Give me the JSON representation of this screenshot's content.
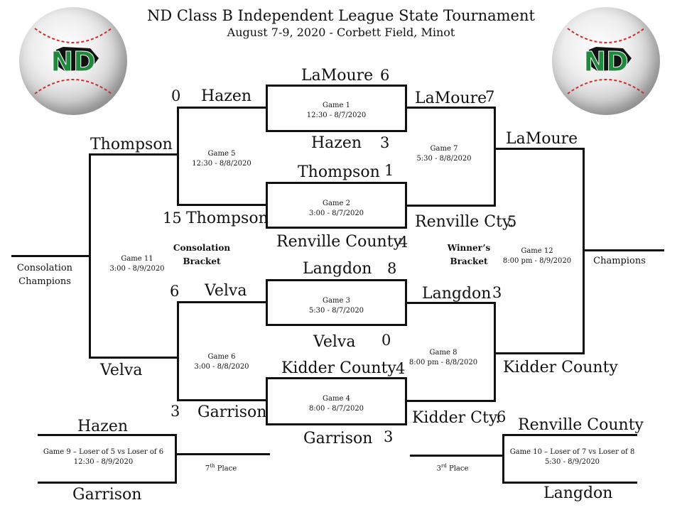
{
  "header": {
    "title": "ND Class B Independent League State Tournament",
    "subtitle": "August 7-9, 2020 - Corbett Field, Minot"
  },
  "logo": {
    "text": "ND",
    "color_green": "#1e8a3c",
    "color_black": "#111111"
  },
  "games": {
    "g1": {
      "name": "Game 1",
      "time": "12:30 - 8/7/2020",
      "top_team": "LaMoure",
      "top_score": "6",
      "bottom_team": "Hazen",
      "bottom_score": "3"
    },
    "g2": {
      "name": "Game 2",
      "time": "3:00 - 8/7/2020",
      "top_team": "Thompson",
      "top_score": "1",
      "bottom_team": "Renville County",
      "bottom_score": "4"
    },
    "g3": {
      "name": "Game 3",
      "time": "5:30 - 8/7/2020",
      "top_team": "Langdon",
      "top_score": "8",
      "bottom_team": "Velva",
      "bottom_score": "0"
    },
    "g4": {
      "name": "Game 4",
      "time": "8:00 - 8/7/2020",
      "top_team": "Kidder County",
      "top_score": "4",
      "bottom_team": "Garrison",
      "bottom_score": "3"
    },
    "g5": {
      "name": "Game 5",
      "time": "12:30 - 8/8/2020",
      "top_team": "Hazen",
      "top_score": "0",
      "bottom_team": "Thompson",
      "bottom_score": "15"
    },
    "g6": {
      "name": "Game 6",
      "time": "3:00 - 8/8/2020",
      "top_team": "Velva",
      "top_score": "6",
      "bottom_team": "Garrison",
      "bottom_score": "3"
    },
    "g7": {
      "name": "Game 7",
      "time": "5:30 - 8/8/2020",
      "top_team": "LaMoure",
      "top_score": "7",
      "bottom_team": "Renville Cty.",
      "bottom_score": "5"
    },
    "g8": {
      "name": "Game 8",
      "time": "8:00 pm - 8/8/2020",
      "top_team": "Langdon",
      "top_score": "3",
      "bottom_team": "Kidder Cty.",
      "bottom_score": "6"
    },
    "g9": {
      "name": "Game 9 – Loser of 5 vs Loser of 6",
      "time": "12:30 - 8/9/2020",
      "top_team": "Hazen",
      "bottom_team": "Garrison"
    },
    "g10": {
      "name": "Game 10 – Loser of 7 vs Loser of 8",
      "time": "5:30 - 8/9/2020",
      "top_team": "Renville County",
      "bottom_team": "Langdon"
    },
    "g11": {
      "name": "Game 11",
      "time": "3:00 - 8/9/2020",
      "top_team": "Thompson",
      "bottom_team": "Velva"
    },
    "g12": {
      "name": "Game 12",
      "time": "8:00 pm - 8/9/2020",
      "top_team": "LaMoure",
      "bottom_team": "Kidder County"
    }
  },
  "labels": {
    "consolation_bracket_line1": "Consolation",
    "consolation_bracket_line2": "Bracket",
    "winners_bracket_line1": "Winner’s",
    "winners_bracket_line2": "Bracket",
    "consolation_champions_line1": "Consolation",
    "consolation_champions_line2": "Champions",
    "champions": "Champions",
    "seventh_place_num": "7",
    "seventh_place_sup": "th",
    "seventh_place_word": "Place",
    "third_place_num": "3",
    "third_place_sup": "rd",
    "third_place_word": "Place"
  }
}
